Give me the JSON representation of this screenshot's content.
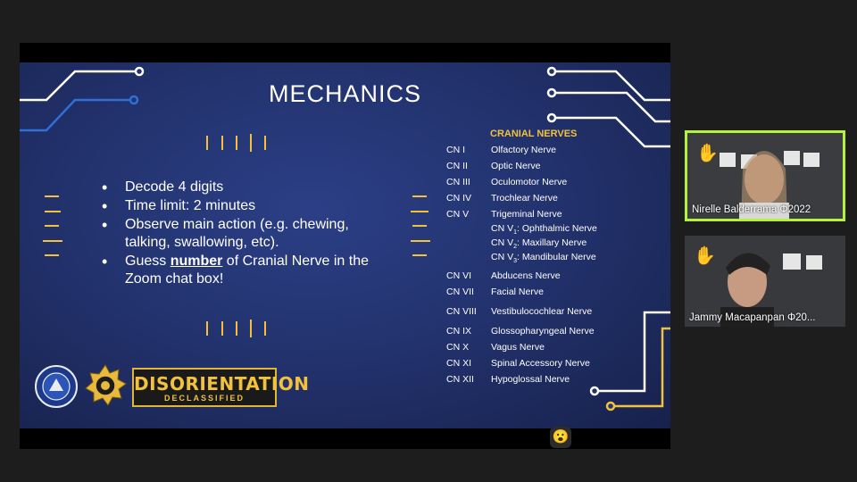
{
  "slide": {
    "title": "MECHANICS",
    "bullets": [
      "Decode 4 digits",
      "Time limit: 2 minutes",
      "Observe main action (e.g. chewing, talking, swallowing, etc).",
      {
        "pre": "Guess ",
        "bold": "number",
        "post": " of Cranial Nerve in the Zoom chat box!"
      }
    ],
    "cranial_header": "CRANIAL NERVES",
    "cranial_nerves": [
      {
        "code": "CN I",
        "name": "Olfactory Nerve"
      },
      {
        "code": "CN II",
        "name": "Optic Nerve"
      },
      {
        "code": "CN III",
        "name": "Oculomotor Nerve"
      },
      {
        "code": "CN IV",
        "name": "Trochlear Nerve"
      },
      {
        "code": "CN V",
        "name": "Trigeminal Nerve"
      },
      {
        "code": "",
        "name": "CN V1: Ophthalmic Nerve"
      },
      {
        "code": "",
        "name": "CN V2: Maxillary Nerve"
      },
      {
        "code": "",
        "name": "CN V3: Mandibular Nerve"
      },
      {
        "code": "CN VI",
        "name": "Abducens Nerve"
      },
      {
        "code": "CN VII",
        "name": "Facial Nerve"
      },
      {
        "code": "CN VIII",
        "name": "Vestibulocochlear Nerve"
      },
      {
        "code": "CN IX",
        "name": "Glossopharyngeal Nerve"
      },
      {
        "code": "CN X",
        "name": "Vagus Nerve"
      },
      {
        "code": "CN XI",
        "name": "Spinal Accessory Nerve"
      },
      {
        "code": "CN XII",
        "name": "Hypoglossal Nerve"
      }
    ],
    "banner_main": "DISORIENTATION",
    "banner_sub": "DECLASSIFIED",
    "colors": {
      "accent": "#f5c13d",
      "bg": "#23336f"
    }
  },
  "participants": [
    {
      "name": "Nirelle Balderrama Φ2022",
      "reaction_icon": "raised-hand-icon",
      "active_speaker": true
    },
    {
      "name": "Jammy Macapanpan Φ20...",
      "reaction_icon": "raised-hand-icon",
      "active_speaker": false
    }
  ],
  "reaction_icon": "surprised-face-icon"
}
